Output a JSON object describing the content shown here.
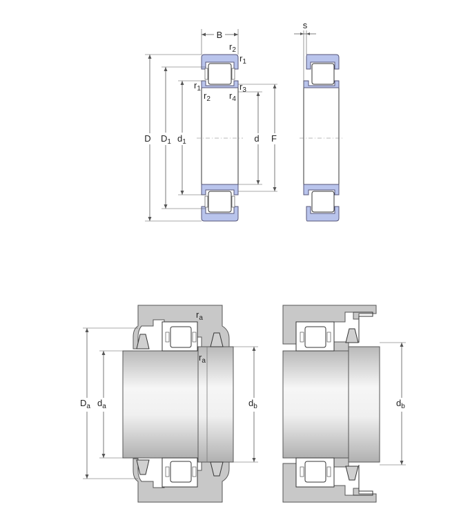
{
  "colors": {
    "ring_fill": "#b9c4ec",
    "ring_stroke": "#555577",
    "housing_fill": "#c8c8c8",
    "shaft_light": "#f4f4f4",
    "shaft_dark": "#b8b8b8",
    "roller_fill": "#ffffff",
    "line": "#333333"
  },
  "labels": {
    "B": "B",
    "s": "s",
    "r": "r",
    "r_sub_1": "1",
    "r_sub_2": "2",
    "r_sub_3": "3",
    "r_sub_4": "4",
    "D": "D",
    "D1_main": "D",
    "D1_sub": "1",
    "d1_main": "d",
    "d1_sub": "1",
    "d": "d",
    "F": "F",
    "ra_main": "r",
    "ra_sub": "a",
    "Da_main": "D",
    "Da_sub": "a",
    "da_main": "d",
    "da_sub": "a",
    "db_main": "d",
    "db_sub": "b"
  }
}
